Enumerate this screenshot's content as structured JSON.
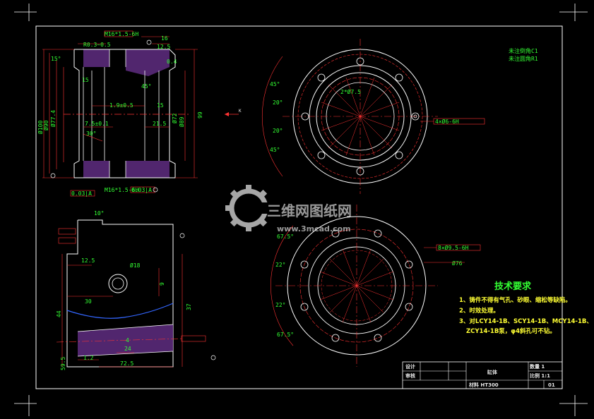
{
  "drawing": {
    "main_section_dims": {
      "thread_top": "M16*1.5-6H",
      "thread_bottom": "M16*1.5-6H",
      "chamfer": "R0.3~0.5",
      "d16": "16",
      "d12_5": "12.5",
      "angle15": "15°",
      "angle15b": "15",
      "bore_dim": "1.9±0.5",
      "offset": "7.5±0.1",
      "angle30": "30°",
      "d15": "15",
      "d21_5": "21.5",
      "phi100": "Ø100",
      "phi90": "Ø90",
      "phi97": "Ø77.4",
      "phi89": "Ø89",
      "phi72": "Ø72",
      "h99": "99",
      "thickness": "0.4",
      "datum_tag": "0.03|A",
      "datum_tag2": "0.03|A",
      "angle_note": "45°"
    },
    "top_view_dims": {
      "angle45a": "45°",
      "angle20a": "20°",
      "angle20b": "20°",
      "angle45b": "45°",
      "center": "2*Ø7.5",
      "hole_tag": "4×Ø6-6H"
    },
    "bottom_view_dims": {
      "angle67a": "67.5°",
      "angle22a": "22°",
      "angle22b": "22°",
      "angle67b": "67.5°",
      "phi76": "Ø76",
      "hole_tag": "8×Ø9.5-6H"
    },
    "lower_section_dims": {
      "d12_5": "12.5",
      "phi18": "Ø18",
      "d30": "30",
      "d44": "44",
      "d37": "37",
      "d9": "9",
      "d1_2": "1.2",
      "d72_5": "72.5",
      "d59": "59.5",
      "d24": "24",
      "d4": "4",
      "angle": "10°"
    },
    "top_right_note_line1": "未注倒角",
    "top_right_note_line2": "未注圆角",
    "top_right_val1": "C1",
    "top_right_val2": "R1"
  },
  "tech_requirements": {
    "title": "技术要求",
    "items": [
      "1、铸件不得有气孔、砂眼、缩松等缺陷。",
      "2、时效处理。",
      "3、对LCY14-1B、SCY14-1B、MCY14-1B、",
      "ZCY14-1B泵，φ4斜孔可不钻。"
    ]
  },
  "title_block": {
    "design": "设计",
    "check": "审核",
    "part_name": "缸体",
    "qty": "数量 1",
    "scale": "比例 1:1",
    "material": "材料 HT300",
    "sheet": "01"
  },
  "watermark": {
    "brand": "三维网图纸网",
    "url": "www.3mcad.com"
  },
  "colors": {
    "background": "#000000",
    "line_white": "#ffffff",
    "line_red": "#ff3333",
    "text_green": "#33ff33",
    "text_yellow": "#ffff33",
    "hatch": "#5a2a7a",
    "blue": "#3366ff"
  }
}
